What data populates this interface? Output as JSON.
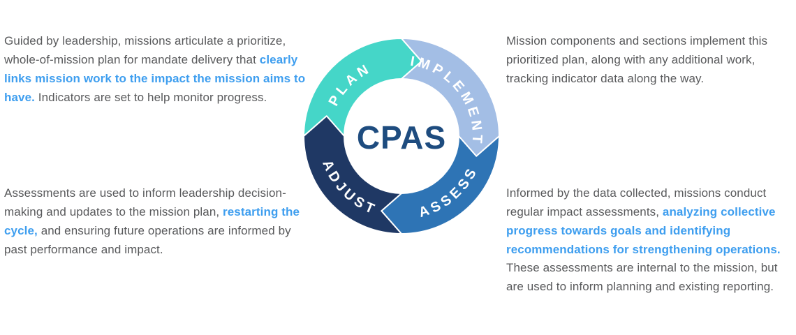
{
  "colors": {
    "background": "#FFFFFF",
    "body_text": "#58595B",
    "highlight": "#3E9EEF"
  },
  "cycle": {
    "center_label": "CPAS",
    "center_color": "#1E4C7F",
    "segments": [
      {
        "label": "PLAN",
        "color": "#45D6C8",
        "start": 270,
        "end": 360,
        "label_start": 272,
        "label_end": 358,
        "flip": false
      },
      {
        "label": "IMPLEMENT",
        "color": "#A3BEE5",
        "start": 0,
        "end": 90,
        "label_start": 2,
        "label_end": 103,
        "flip": false
      },
      {
        "label": "ASSESS",
        "color": "#2E74B5",
        "start": 90,
        "end": 180,
        "label_start": 188,
        "label_end": 92,
        "flip": true
      },
      {
        "label": "ADJUST",
        "color": "#1F3864",
        "start": 180,
        "end": 270,
        "label_start": 268,
        "label_end": 182,
        "flip": true
      }
    ]
  },
  "paragraphs": {
    "top_left": {
      "segments": [
        {
          "text": "Guided by leadership, missions articulate a prioritize, whole-of-mission plan for mandate delivery that ",
          "highlight": false
        },
        {
          "text": "clearly links mission work to the impact the mission aims to have.",
          "highlight": true
        },
        {
          "text": " Indicators are set to help monitor progress.",
          "highlight": false
        }
      ]
    },
    "top_right": {
      "segments": [
        {
          "text": "Mission components and sections implement this prioritized plan, along with any additional work, tracking indicator data along the way.",
          "highlight": false
        }
      ]
    },
    "bottom_left": {
      "segments": [
        {
          "text": "Assessments are used to inform leadership decision-making and updates to the mission plan, ",
          "highlight": false
        },
        {
          "text": "restarting the cycle,",
          "highlight": true
        },
        {
          "text": " and ensuring future operations are informed by past performance and impact.",
          "highlight": false
        }
      ]
    },
    "bottom_right": {
      "segments": [
        {
          "text": "Informed by the data collected, missions conduct regular impact assessments, ",
          "highlight": false
        },
        {
          "text": "analyzing collective progress towards goals and identifying recommendations for strengthening operations.",
          "highlight": true
        },
        {
          "text": " These assessments are internal to the mission, but are used to inform planning and existing reporting.",
          "highlight": false
        }
      ]
    }
  }
}
